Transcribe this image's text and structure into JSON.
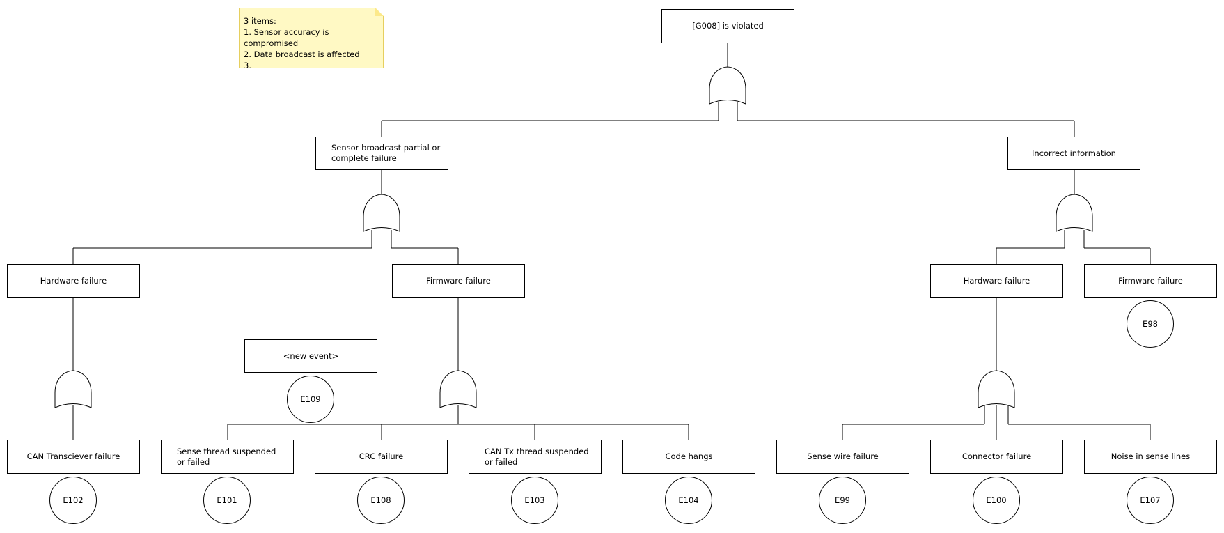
{
  "note": {
    "lines": [
      "3 items:",
      "1. Sensor accuracy is compromised",
      "2. Data broadcast is affected",
      "3."
    ]
  },
  "events": {
    "top": "[G008] is violated",
    "sensor_broadcast": "Sensor broadcast partial or complete failure",
    "incorrect_info": "Incorrect information",
    "hw_left": "Hardware failure",
    "fw_left": "Firmware failure",
    "hw_right": "Hardware failure",
    "fw_right": "Firmware failure",
    "new_event": "<new event>",
    "can_transceiver": "CAN Transciever failure",
    "sense_thread": "Sense thread suspended or failed",
    "crc": "CRC failure",
    "can_tx": "CAN Tx thread suspended or failed",
    "code_hangs": "Code hangs",
    "sense_wire": "Sense wire failure",
    "connector": "Connector failure",
    "noise": "Noise in sense lines"
  },
  "basic_events": {
    "e98": "E98",
    "e109": "E109",
    "e102": "E102",
    "e101": "E101",
    "e108": "E108",
    "e103": "E103",
    "e104": "E104",
    "e99": "E99",
    "e100": "E100",
    "e107": "E107"
  }
}
